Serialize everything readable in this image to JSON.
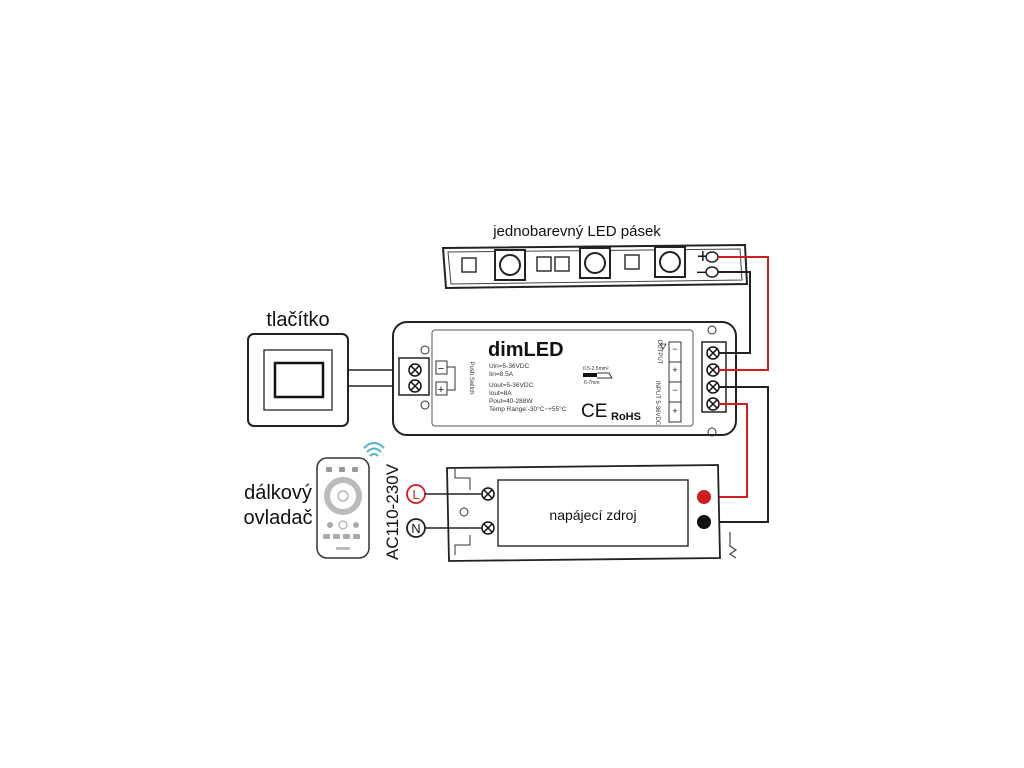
{
  "strip": {
    "title": "jednobarevný LED pásek",
    "plus": "+",
    "minus": "−"
  },
  "button": {
    "title": "tlačítko"
  },
  "remote": {
    "title_line1": "dálkový",
    "title_line2": "ovladač"
  },
  "ac_label": "AC110-230V",
  "dimmer": {
    "brand": "dimLED",
    "spec_lines": [
      "Uin=5-36VDC",
      "Iin=8.5A",
      "Uout=5-36VDC",
      "Iout=8A",
      "Pout=40-288W",
      "Temp Range:-30°C~+55°C"
    ],
    "push_switch": "Push Switch",
    "push_minus": "−",
    "push_plus": "+",
    "wire_spec": "0.5-2.5mm²",
    "strip_len": "6-7mm",
    "ce": "CE",
    "rohs": "RoHS",
    "output_label": "OUTPUT",
    "input_label": "INPUT 5-36VDC",
    "term_minus": "−",
    "term_plus": "+"
  },
  "psu": {
    "title": "napájecí zdroj",
    "L": "L",
    "N": "N"
  },
  "colors": {
    "red": "#cc1f1f",
    "black": "#111111",
    "outline": "#222222"
  }
}
